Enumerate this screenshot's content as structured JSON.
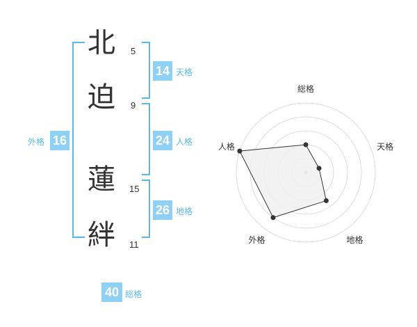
{
  "name_chars": [
    {
      "char": "北",
      "strokes": "5"
    },
    {
      "char": "迫",
      "strokes": "9"
    },
    {
      "char": "蓮",
      "strokes": "15"
    },
    {
      "char": "絆",
      "strokes": "11"
    }
  ],
  "kakusu": {
    "tenkaku": {
      "value": "14",
      "label": "天格"
    },
    "jinkaku": {
      "value": "24",
      "label": "人格"
    },
    "chikaku": {
      "value": "26",
      "label": "地格"
    },
    "gaikaku": {
      "value": "16",
      "label": "外格"
    },
    "soukaku": {
      "value": "40",
      "label": "総格"
    }
  },
  "radar": {
    "axes": [
      "総格",
      "天格",
      "地格",
      "外格",
      "人格"
    ],
    "levels": 5,
    "values": [
      2.0,
      1.0,
      2.5,
      4.0,
      5.0
    ],
    "max": 5,
    "colors": {
      "fill": "#f0f0f0",
      "line": "#333333",
      "grid": "#dddddd",
      "point": "#333333"
    }
  },
  "colors": {
    "accent": "#8fd0f5",
    "bracket": "#5bb8ea",
    "text": "#333333"
  }
}
